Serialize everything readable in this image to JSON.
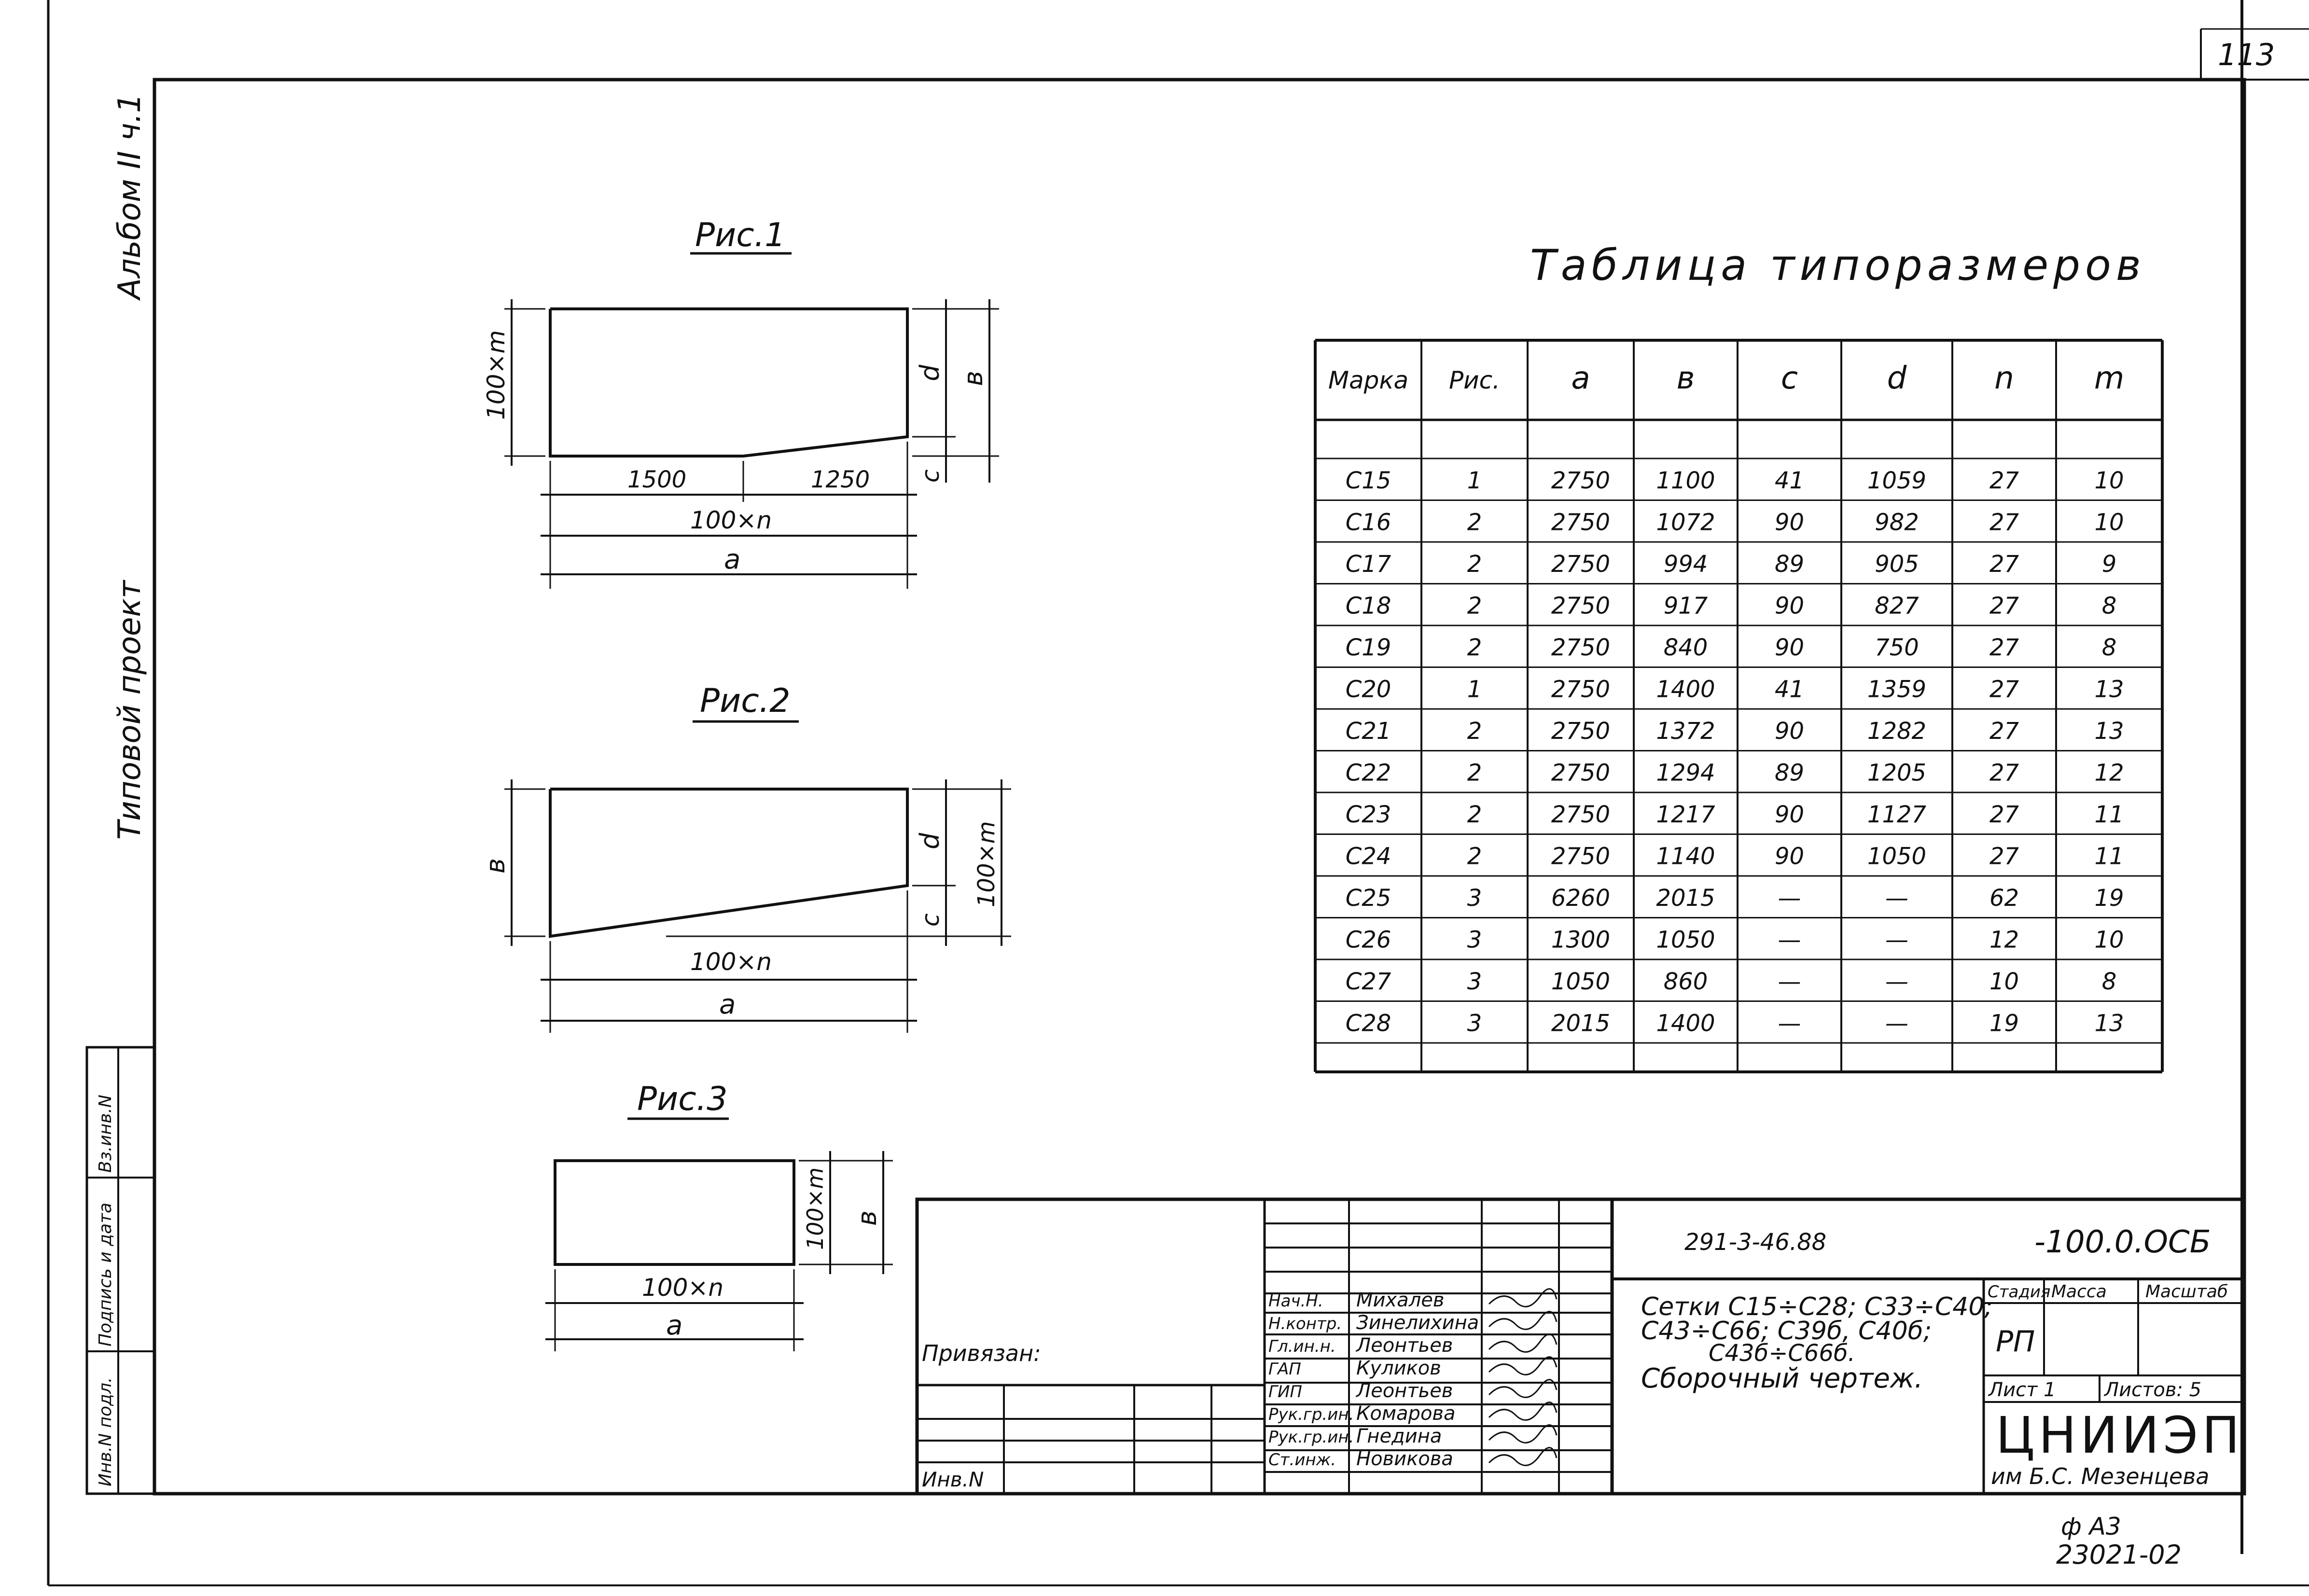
{
  "sheet_number": "113",
  "side_labels": {
    "album": "Альбом II ч.1",
    "project": "Типовой проект"
  },
  "stamp_column": [
    "Инв.N подл.",
    "Подпись и дата",
    "Вз.инв.N"
  ],
  "figures": [
    {
      "title": "Рис.1",
      "dims": {
        "left_height": "100×m",
        "right_d": "d",
        "right_b": "в",
        "right_c": "c",
        "seg1": "1500",
        "seg2": "1250",
        "total_n": "100×n",
        "total_a": "a"
      }
    },
    {
      "title": "Рис.2",
      "dims": {
        "left_b": "в",
        "right_d": "d",
        "right_c": "c",
        "right_m": "100×m",
        "total_n": "100×n",
        "total_a": "a"
      }
    },
    {
      "title": "Рис.3",
      "dims": {
        "right_m": "100×m",
        "right_b": "в",
        "total_n": "100×n",
        "total_a": "a"
      }
    }
  ],
  "table": {
    "title": "Таблица типоразмеров",
    "headers": [
      "Марка",
      "Рис.",
      "a",
      "в",
      "c",
      "d",
      "n",
      "m"
    ],
    "rows": [
      [
        "С15",
        "1",
        "2750",
        "1100",
        "41",
        "1059",
        "27",
        "10"
      ],
      [
        "С16",
        "2",
        "2750",
        "1072",
        "90",
        "982",
        "27",
        "10"
      ],
      [
        "С17",
        "2",
        "2750",
        "994",
        "89",
        "905",
        "27",
        "9"
      ],
      [
        "С18",
        "2",
        "2750",
        "917",
        "90",
        "827",
        "27",
        "8"
      ],
      [
        "С19",
        "2",
        "2750",
        "840",
        "90",
        "750",
        "27",
        "8"
      ],
      [
        "С20",
        "1",
        "2750",
        "1400",
        "41",
        "1359",
        "27",
        "13"
      ],
      [
        "С21",
        "2",
        "2750",
        "1372",
        "90",
        "1282",
        "27",
        "13"
      ],
      [
        "С22",
        "2",
        "2750",
        "1294",
        "89",
        "1205",
        "27",
        "12"
      ],
      [
        "С23",
        "2",
        "2750",
        "1217",
        "90",
        "1127",
        "27",
        "11"
      ],
      [
        "С24",
        "2",
        "2750",
        "1140",
        "90",
        "1050",
        "27",
        "11"
      ],
      [
        "С25",
        "3",
        "6260",
        "2015",
        "—",
        "—",
        "62",
        "19"
      ],
      [
        "С26",
        "3",
        "1300",
        "1050",
        "—",
        "—",
        "12",
        "10"
      ],
      [
        "С27",
        "3",
        "1050",
        "860",
        "—",
        "—",
        "10",
        "8"
      ],
      [
        "С28",
        "3",
        "2015",
        "1400",
        "—",
        "—",
        "19",
        "13"
      ]
    ]
  },
  "title_block": {
    "doc_code": "291-3-46.88",
    "doc_suffix": "-100.0.ОСБ",
    "description_lines": [
      "Сетки С15÷С28; С33÷С40;",
      "С43÷С66; С39б, С40б;",
      "С43б÷С66б.",
      "Сборочный чертеж."
    ],
    "stage_label": "Стадия",
    "mass_label": "Масса",
    "scale_label": "Масштаб",
    "stage_value": "РП",
    "sheet_label": "Лист 1",
    "sheets_label": "Листов: 5",
    "org_name": "ЦНИИЭП",
    "org_sub": "им Б.С. Мезенцева",
    "bound_label": "Привязан:",
    "inv_label": "Инв.N",
    "signatories": [
      {
        "role": "Нач.Н.",
        "name": "Михалев"
      },
      {
        "role": "Н.контр.",
        "name": "Зинелихина"
      },
      {
        "role": "Гл.ин.н.",
        "name": "Леонтьев"
      },
      {
        "role": "ГАП",
        "name": "Куликов"
      },
      {
        "role": "ГИП",
        "name": "Леонтьев"
      },
      {
        "role": "Рук.гр.ин.",
        "name": "Комарова"
      },
      {
        "role": "Рук.гр.ин.",
        "name": "Гнедина"
      },
      {
        "role": "Ст.инж.",
        "name": "Новикова"
      }
    ]
  },
  "footer": {
    "format": "ф А3",
    "code": "23021-02"
  }
}
